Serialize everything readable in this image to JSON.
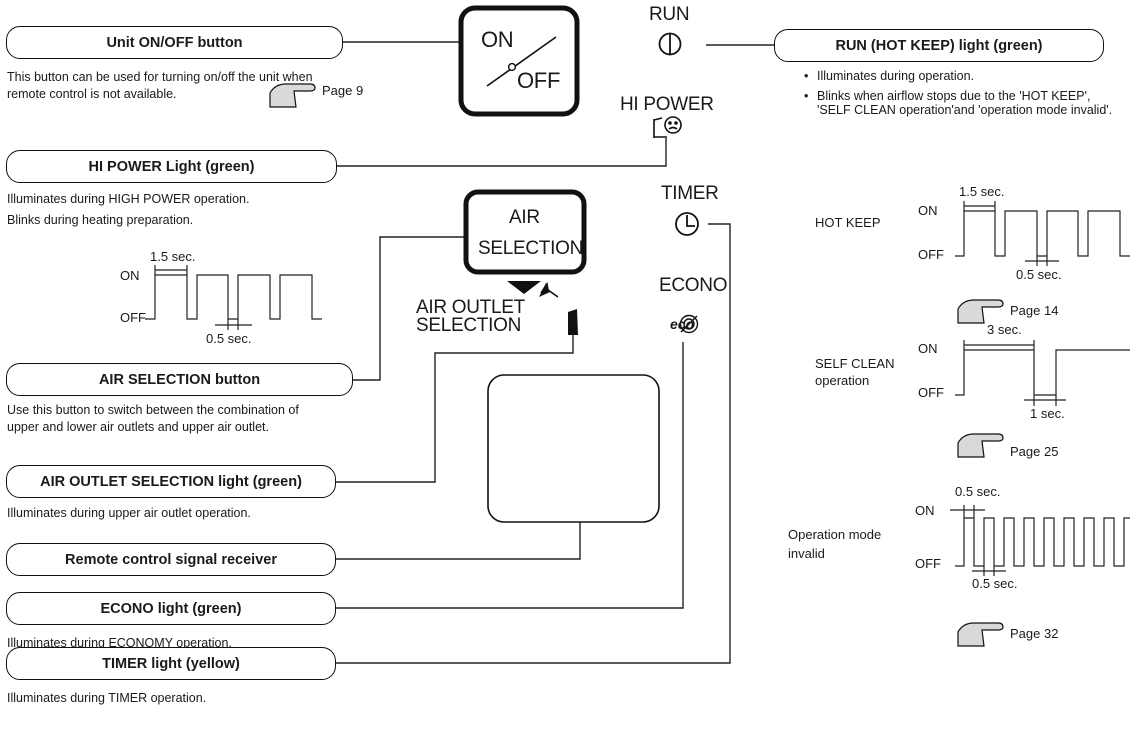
{
  "labels": {
    "unit_onoff": "Unit ON/OFF button",
    "run_light": "RUN (HOT KEEP) light (green)",
    "hi_power": "HI POWER Light (green)",
    "air_selection": "AIR SELECTION button",
    "air_outlet": "AIR OUTLET SELECTION light (green)",
    "remote_rx": "Remote control signal receiver",
    "econo": "ECONO light (green)",
    "timer": "TIMER light (yellow)"
  },
  "descriptions": {
    "unit_onoff_1": "This button can be used for turning on/off the unit when",
    "unit_onoff_2": "remote control is not available.",
    "hi_power_1": "Illuminates during HIGH POWER operation.",
    "hi_power_2": "Blinks during heating preparation.",
    "air_selection_1": "Use this button to switch between the combination of",
    "air_selection_2": "upper and lower air outlets and upper air outlet.",
    "air_outlet": "Illuminates during upper air outlet operation.",
    "econo": "Illuminates during ECONOMY operation.",
    "timer": "Illuminates during TIMER operation."
  },
  "run_bullets": [
    "Illuminates during operation.",
    "Blinks when airflow stops due to the 'HOT KEEP', 'SELF CLEAN operation'and 'operation mode invalid'."
  ],
  "panel": {
    "on": "ON",
    "off": "OFF",
    "run": "RUN",
    "hi_power": "HI POWER",
    "timer": "TIMER",
    "econo": "ECONO",
    "eco_logo": "eco",
    "air": "AIR",
    "selection": "SELECTION",
    "outlet_1": "AIR OUTLET",
    "outlet_2": "SELECTION"
  },
  "page_refs": {
    "unit_onoff": "Page 9",
    "hot_keep": "Page 14",
    "self_clean": "Page 25",
    "invalid": "Page 32"
  },
  "waveforms": {
    "on": "ON",
    "off": "OFF",
    "hi_power_on_time": "1.5 sec.",
    "hi_power_off_time": "0.5 sec.",
    "hot_keep_label": "HOT KEEP",
    "hot_keep_on_time": "1.5 sec.",
    "hot_keep_off_time": "0.5 sec.",
    "self_clean_label_1": "SELF CLEAN",
    "self_clean_label_2": "operation",
    "self_clean_on_time": "3 sec.",
    "self_clean_off_time": "1 sec.",
    "invalid_label_1": "Operation mode",
    "invalid_label_2": "invalid",
    "invalid_on_time": "0.5 sec.",
    "invalid_off_time": "0.5 sec."
  }
}
